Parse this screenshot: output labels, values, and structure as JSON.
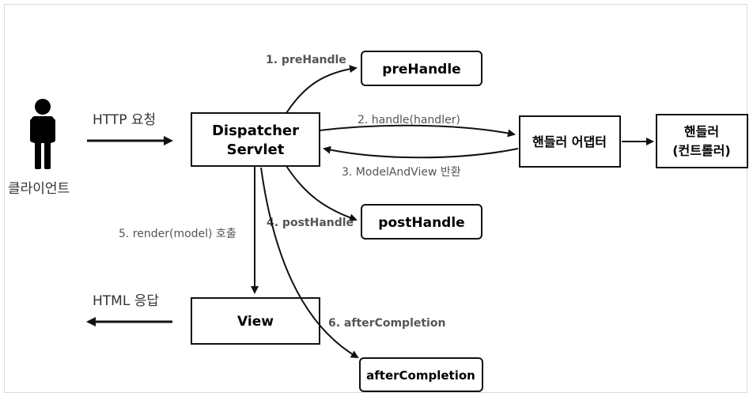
{
  "client": {
    "label": "클라이언트"
  },
  "request_label": "HTTP 요청",
  "response_label": "HTML 응답",
  "boxes": {
    "dispatcher_line1": "Dispatcher",
    "dispatcher_line2": "Servlet",
    "pre_handle": "preHandle",
    "post_handle": "postHandle",
    "after_completion": "afterCompletion",
    "handler_adapter": "핸들러 어댑터",
    "handler_line1": "핸들러",
    "handler_line2": "(컨트롤러)",
    "view": "View"
  },
  "steps": {
    "step1": "1. preHandle",
    "step2": "2. handle(handler)",
    "step3": "3. ModelAndView 반환",
    "step4": "4. postHandle",
    "step5": "5. render(model) 호출",
    "step6": "6. afterCompletion"
  },
  "colors": {
    "stroke": "#111111",
    "label": "#555555"
  }
}
